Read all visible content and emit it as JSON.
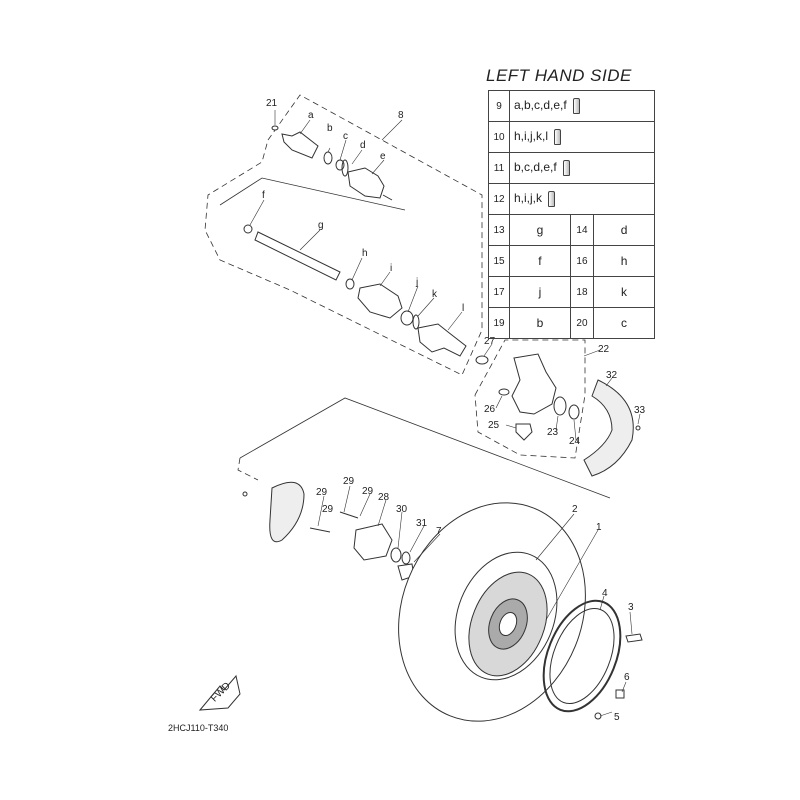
{
  "title": "LEFT HAND SIDE",
  "diagram_code": "2HCJ110-T340",
  "fwd_label": "FWD",
  "legend_wide": [
    {
      "num": "9",
      "text": "a,b,c,d,e,f"
    },
    {
      "num": "10",
      "text": "h,i,j,k,l"
    },
    {
      "num": "11",
      "text": "b,c,d,e,f"
    },
    {
      "num": "12",
      "text": "h,i,j,k"
    }
  ],
  "legend_pairs": [
    {
      "n1": "13",
      "v1": "g",
      "n2": "14",
      "v2": "d"
    },
    {
      "n1": "15",
      "v1": "f",
      "n2": "16",
      "v2": "h"
    },
    {
      "n1": "17",
      "v1": "j",
      "n2": "18",
      "v2": "k"
    },
    {
      "n1": "19",
      "v1": "b",
      "n2": "20",
      "v2": "c"
    }
  ],
  "callouts": {
    "c21": "21",
    "c8": "8",
    "ca": "a",
    "cb": "b",
    "cc": "c",
    "cd": "d",
    "ce": "e",
    "cf": "f",
    "cg": "g",
    "ch": "h",
    "ci": "i",
    "cj": "j",
    "ck": "k",
    "cl": "l",
    "c27": "27",
    "c22": "22",
    "c32": "32",
    "c33": "33",
    "c26": "26",
    "c23": "23",
    "c24": "24",
    "c25": "25",
    "c29a": "29",
    "c29b": "29",
    "c29c": "29",
    "c29d": "29",
    "c28": "28",
    "c30": "30",
    "c31": "31",
    "c7": "7",
    "c2": "2",
    "c1": "1",
    "c3": "3",
    "c4": "4",
    "c6": "6",
    "c5": "5"
  }
}
